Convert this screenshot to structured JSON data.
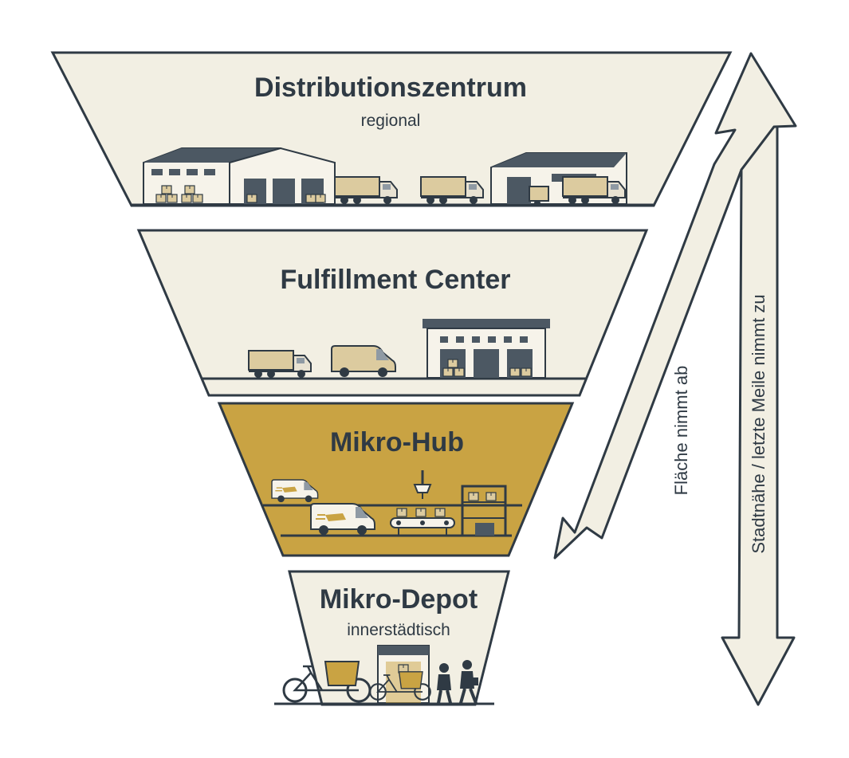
{
  "tiers": [
    {
      "title": "Distributionszentrum",
      "subtitle": "regional",
      "highlight": false
    },
    {
      "title": "Fulfillment Center",
      "subtitle": "",
      "highlight": false
    },
    {
      "title": "Mikro-Hub",
      "subtitle": "",
      "highlight": true
    },
    {
      "title": "Mikro-Depot",
      "subtitle": "innerstädtisch",
      "highlight": false
    }
  ],
  "arrows": {
    "inner_label": "Fläche nimmt ab",
    "outer_label": "Stadtnähe / letzte Meile nimmt zu"
  },
  "colors": {
    "cream": "#f2efe3",
    "gold": "#c9a343",
    "dark": "#2f3a44",
    "tan": "#dccb9f",
    "grey": "#5c6670"
  },
  "icons": [
    "warehouse-icon",
    "truck-icon",
    "delivery-van-icon",
    "conveyor-icon",
    "shelf-icon",
    "robot-arm-icon",
    "cargo-bike-icon",
    "pedestrian-icon"
  ]
}
